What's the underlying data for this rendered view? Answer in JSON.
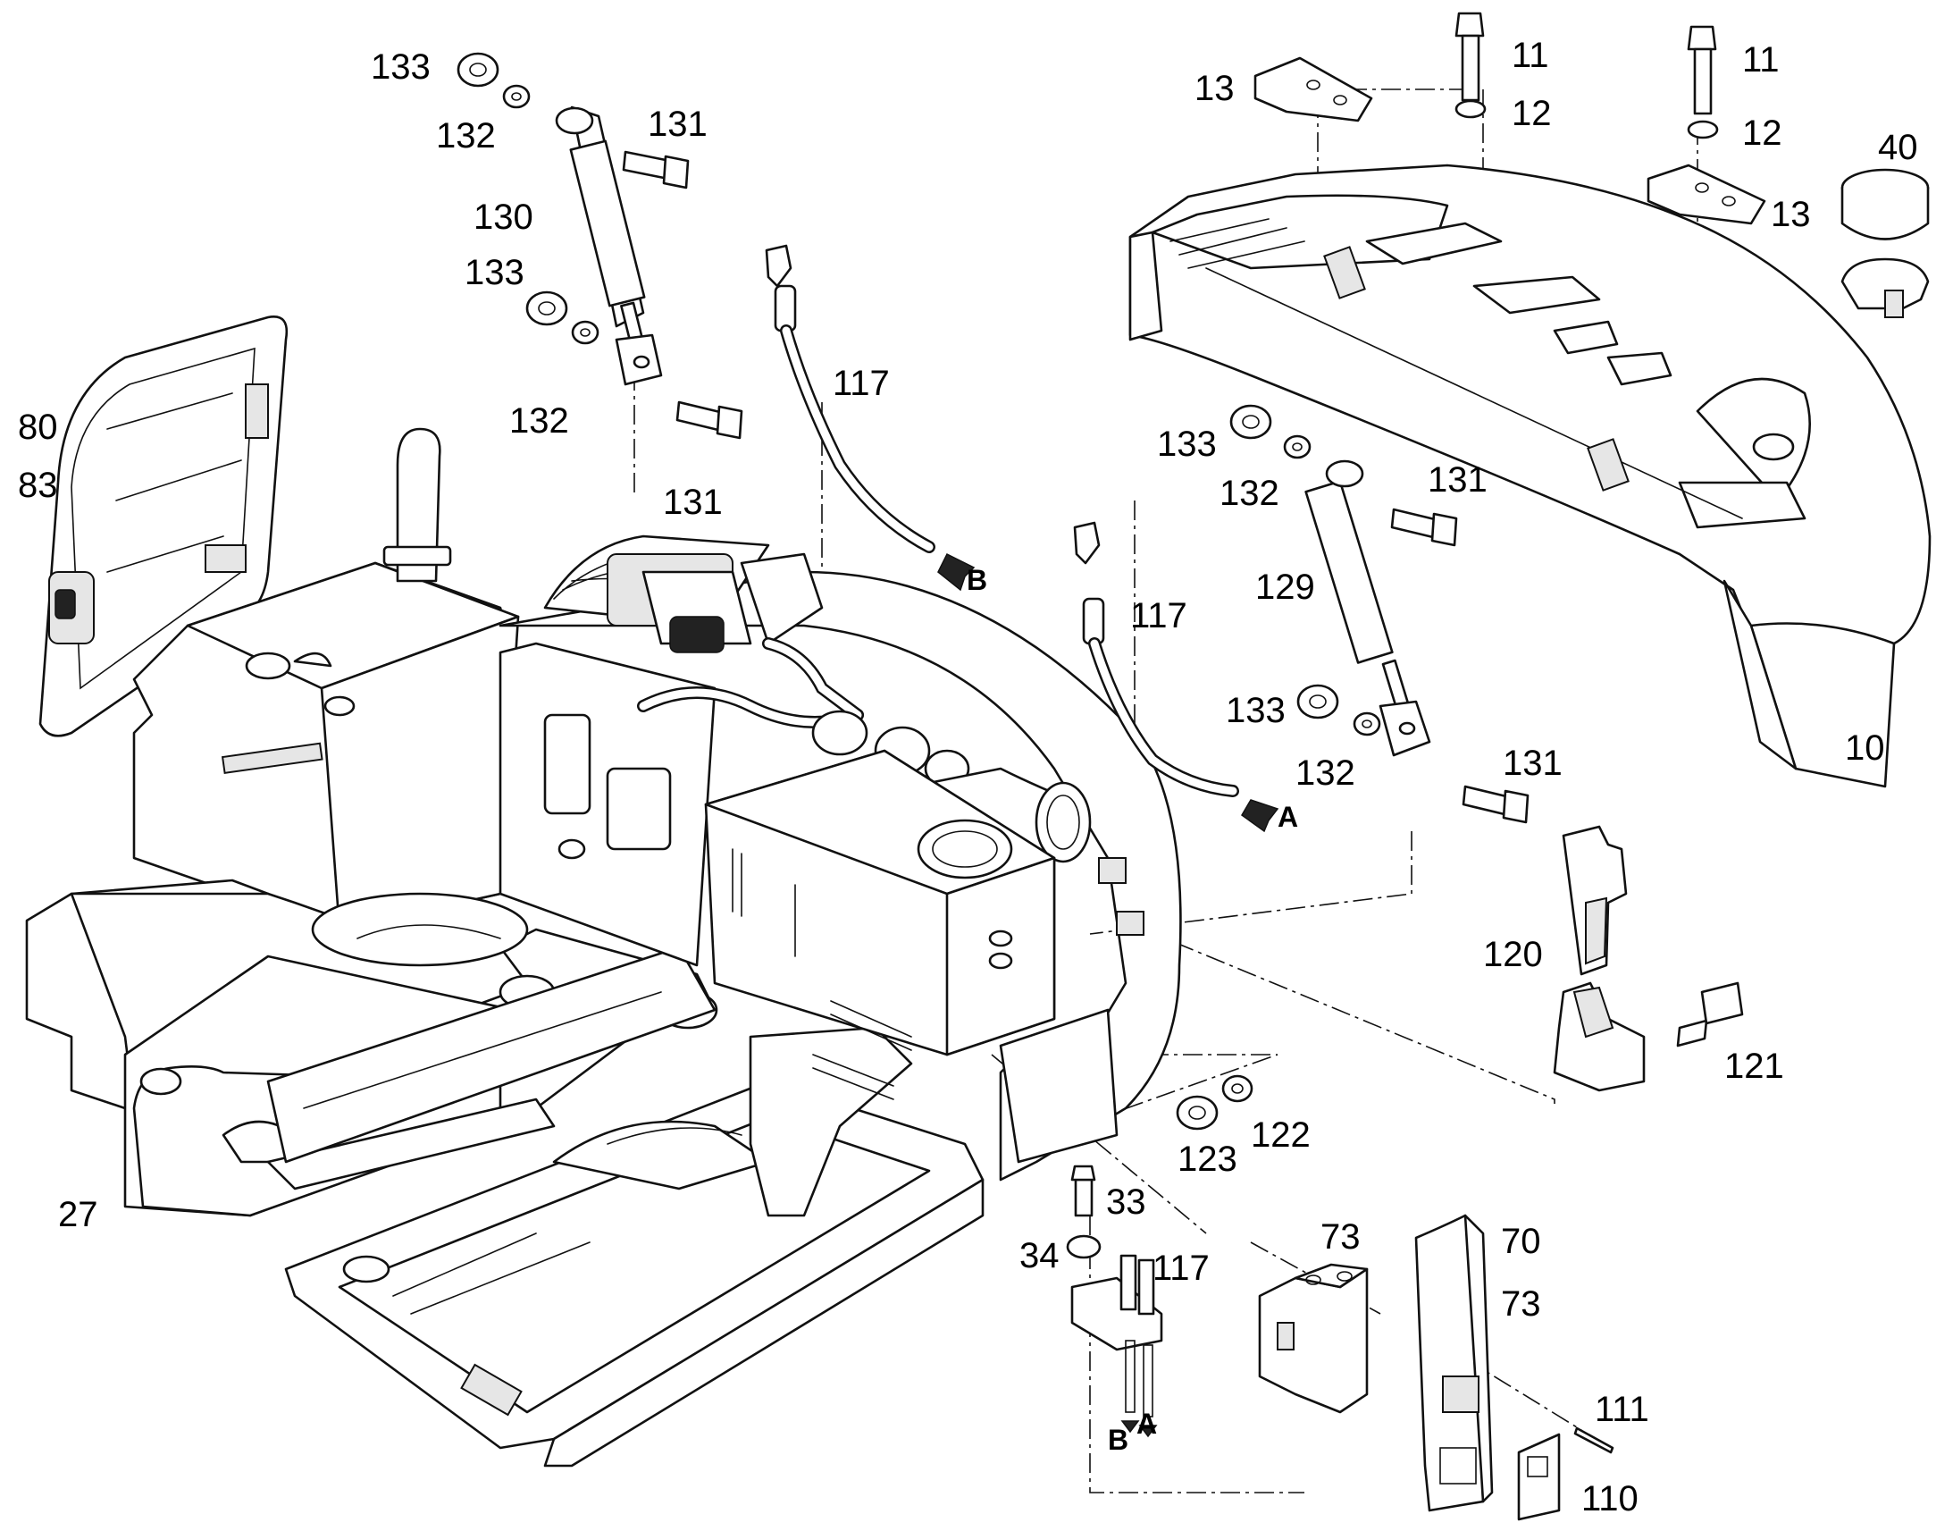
{
  "diagram": {
    "callouts": [
      {
        "id": "c133a",
        "text": "133"
      },
      {
        "id": "c132a",
        "text": "132"
      },
      {
        "id": "c131a",
        "text": "131"
      },
      {
        "id": "c130",
        "text": "130"
      },
      {
        "id": "c133b",
        "text": "133"
      },
      {
        "id": "c132b",
        "text": "132"
      },
      {
        "id": "c131b",
        "text": "131"
      },
      {
        "id": "c117a",
        "text": "117"
      },
      {
        "id": "c80",
        "text": "80"
      },
      {
        "id": "c83",
        "text": "83"
      },
      {
        "id": "c11a",
        "text": "11"
      },
      {
        "id": "c12a",
        "text": "12"
      },
      {
        "id": "c13a",
        "text": "13"
      },
      {
        "id": "c11b",
        "text": "11"
      },
      {
        "id": "c12b",
        "text": "12"
      },
      {
        "id": "c13b",
        "text": "13"
      },
      {
        "id": "c40",
        "text": "40"
      },
      {
        "id": "c133c",
        "text": "133"
      },
      {
        "id": "c132c",
        "text": "132"
      },
      {
        "id": "c131c",
        "text": "131"
      },
      {
        "id": "c129",
        "text": "129"
      },
      {
        "id": "c117b",
        "text": "117"
      },
      {
        "id": "c133d",
        "text": "133"
      },
      {
        "id": "c132d",
        "text": "132"
      },
      {
        "id": "c131d",
        "text": "131"
      },
      {
        "id": "c10",
        "text": "10"
      },
      {
        "id": "c120",
        "text": "120"
      },
      {
        "id": "c121",
        "text": "121"
      },
      {
        "id": "c27",
        "text": "27"
      },
      {
        "id": "c123",
        "text": "123"
      },
      {
        "id": "c122",
        "text": "122"
      },
      {
        "id": "c33",
        "text": "33"
      },
      {
        "id": "c34",
        "text": "34"
      },
      {
        "id": "c117c",
        "text": "117"
      },
      {
        "id": "c73a",
        "text": "73"
      },
      {
        "id": "c70",
        "text": "70"
      },
      {
        "id": "c73b",
        "text": "73"
      },
      {
        "id": "c111",
        "text": "111"
      },
      {
        "id": "c110",
        "text": "110"
      }
    ],
    "connection_labels": [
      {
        "id": "lblB1",
        "text": "B"
      },
      {
        "id": "lblA1",
        "text": "A"
      },
      {
        "id": "lblB2",
        "text": "B"
      },
      {
        "id": "lblA2",
        "text": "A"
      }
    ]
  }
}
